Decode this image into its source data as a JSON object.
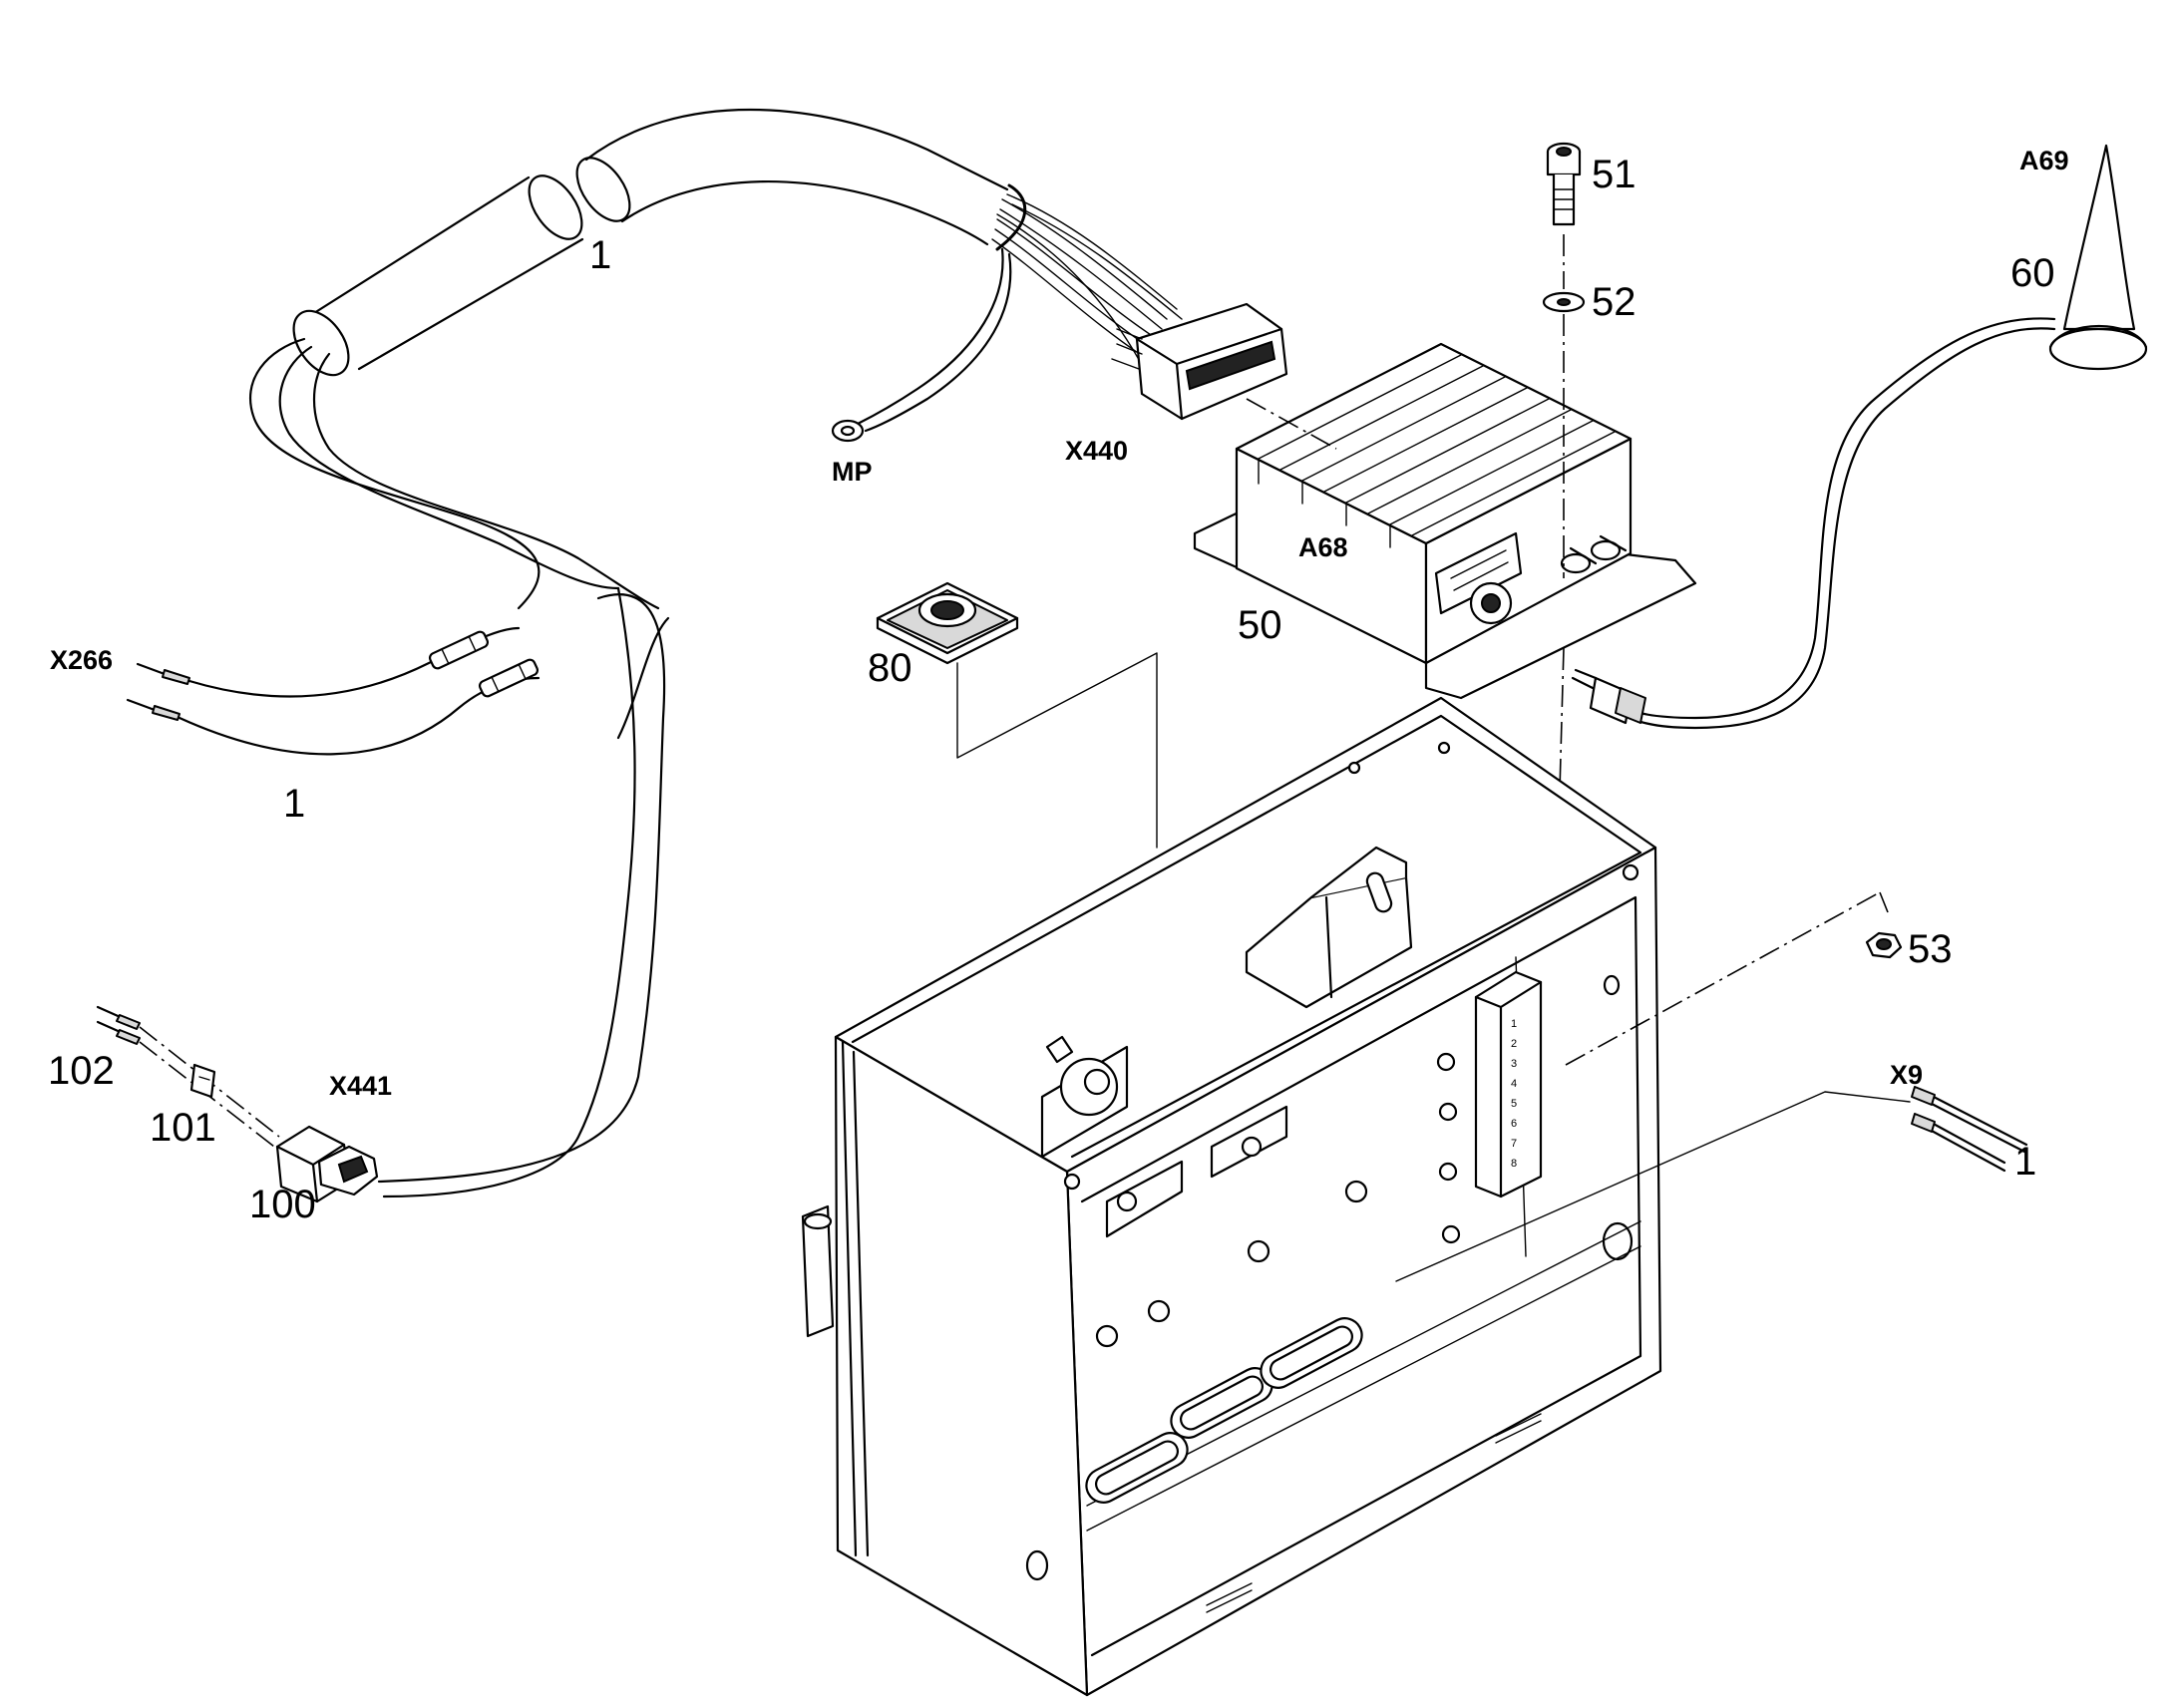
{
  "diagram": {
    "labels": {
      "harness_top": "1",
      "harness_left": "1",
      "harness_right": "1",
      "mp": "MP",
      "x440": "X440",
      "x266": "X266",
      "x441": "X441",
      "x9": "X9",
      "a68": "A68",
      "a69": "A69",
      "p50": "50",
      "p51": "51",
      "p52": "52",
      "p53": "53",
      "p60": "60",
      "p80": "80",
      "p100": "100",
      "p101": "101",
      "p102": "102"
    },
    "scale_marks": [
      "1",
      "2",
      "3",
      "4",
      "5",
      "6",
      "7",
      "8"
    ]
  }
}
